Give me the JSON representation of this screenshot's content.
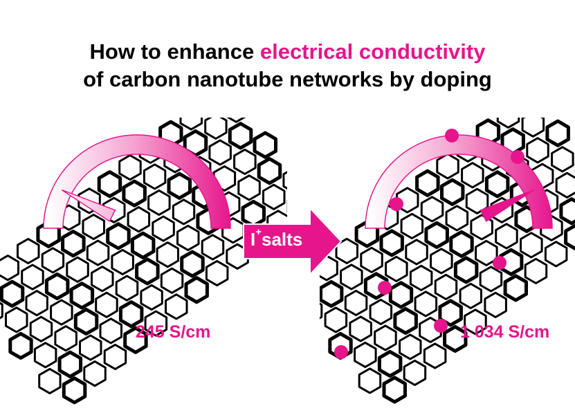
{
  "title": {
    "line1_pre": "How to enhance ",
    "line1_highlight": "electrical conductivity",
    "line2": "of carbon nanotube networks by doping"
  },
  "before": {
    "conductivity": "245 S/cm",
    "gauge_level": 0.15
  },
  "after": {
    "conductivity": "1 034 S/cm",
    "gauge_level": 0.85
  },
  "arrow": {
    "ion": "I",
    "charge": "+",
    "label": "salts"
  },
  "colors": {
    "accent": "#e6158c",
    "lattice": "#000000",
    "background": "#ffffff"
  }
}
